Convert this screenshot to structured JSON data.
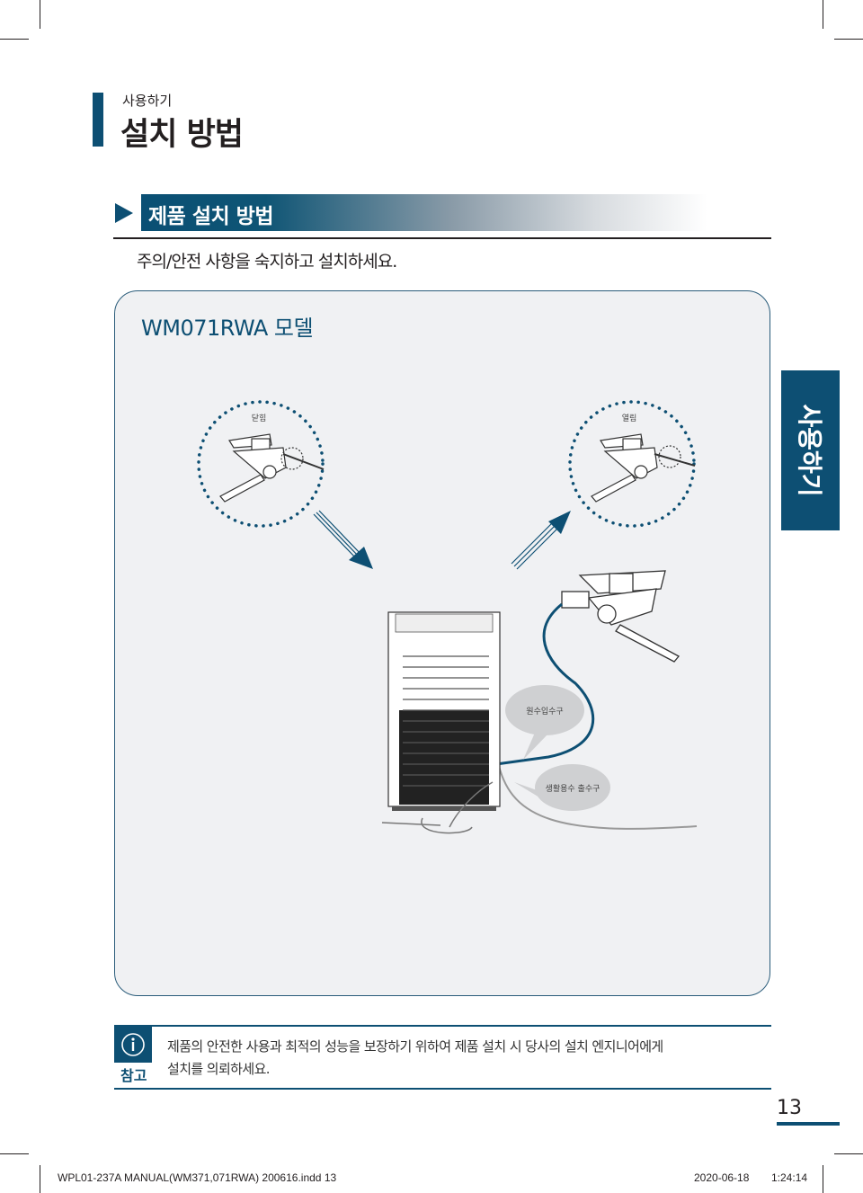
{
  "header": {
    "section": "사용하기",
    "title": "설치 방법"
  },
  "section": {
    "heading": "제품 설치 방법",
    "caution": "주의/안전 사항을 숙지하고 설치하세요."
  },
  "panel": {
    "model_title": "WM071RWA 모델",
    "labels": {
      "closed": "닫힘",
      "open": "열림",
      "water_inlet": "원수입수구",
      "utility_outlet": "생활용수 출수구"
    }
  },
  "side_tab": "사용하기",
  "note": {
    "label": "참고",
    "line1": "제품의 안전한 사용과 최적의 성능을 보장하기 위하여 제품 설치 시 당사의 설치 엔지니어에게",
    "line2": "설치를 의뢰하세요."
  },
  "page_number": "13",
  "footer": {
    "file": "WPL01-237A MANUAL(WM371,071RWA) 200616.indd   13",
    "date": "2020-06-18",
    "time": "1:24:14"
  },
  "colors": {
    "accent": "#0d4f73",
    "panel_bg": "#f0f1f3"
  }
}
